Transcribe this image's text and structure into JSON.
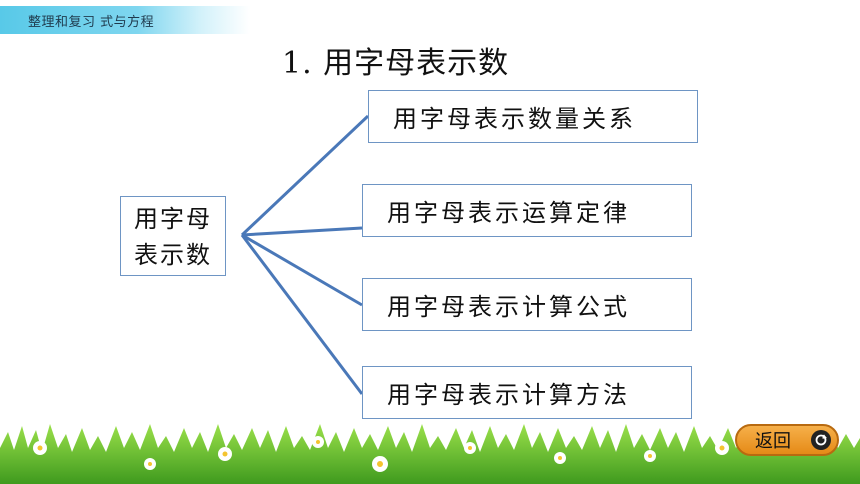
{
  "header": {
    "breadcrumb": "整理和复习  式与方程"
  },
  "title": "1.  用字母表示数",
  "mindmap": {
    "root": {
      "line1": "用字母",
      "line2": "表示数"
    },
    "branches": [
      {
        "label": "用字母表示数量关系"
      },
      {
        "label": "用字母表示运算定律"
      },
      {
        "label": "用字母表示计算公式"
      },
      {
        "label": "用字母表示计算方法"
      }
    ]
  },
  "nav": {
    "back_label": "返回",
    "back_icon": "refresh-icon"
  },
  "colors": {
    "header_strip": "#58c9e8",
    "connector": "#4a78b8",
    "box_border": "#6e95c4",
    "back_button": "#e58a17",
    "grass": "#5fbf2a"
  }
}
